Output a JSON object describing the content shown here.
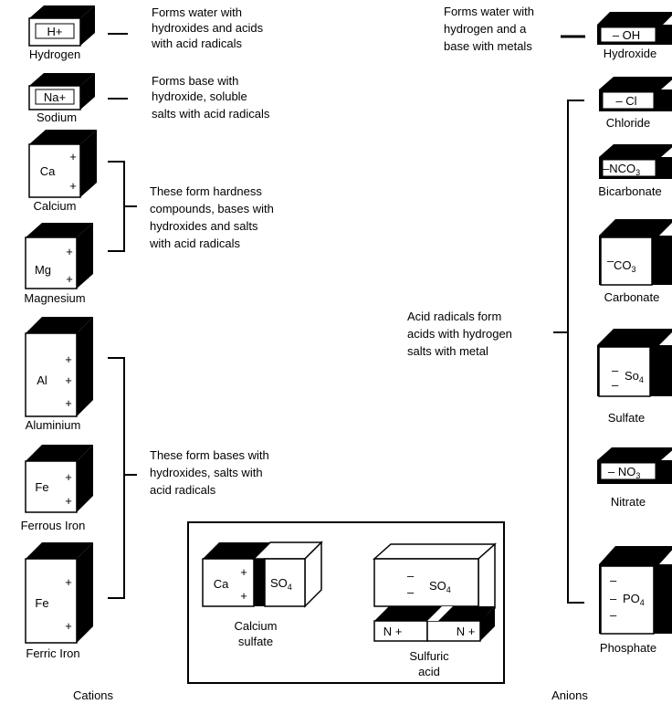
{
  "cations": {
    "hydrogen": {
      "symbol": "H+",
      "name": "Hydrogen",
      "desc": [
        "Forms water with",
        "hydroxides and acids",
        "with acid radicals"
      ]
    },
    "sodium": {
      "symbol": "Na+",
      "name": "Sodium",
      "desc": [
        "Forms base with",
        "hydroxide, soluble",
        "salts with acid radicals"
      ]
    },
    "calcium": {
      "symbol": "Ca",
      "name": "Calcium"
    },
    "magnesium": {
      "symbol": "Mg",
      "name": "Magnesium"
    },
    "hardness_desc": [
      "These form hardness",
      "compounds, bases with",
      "hydroxides and salts",
      "with acid radicals"
    ],
    "aluminium": {
      "symbol": "Al",
      "name": "Aluminium"
    },
    "ferrous": {
      "symbol": "Fe",
      "name": "Ferrous Iron"
    },
    "ferric": {
      "symbol": "Fe",
      "name": "Ferric Iron"
    },
    "bases_desc": [
      "These form bases with",
      "hydroxides, salts with",
      "acid radicals"
    ],
    "plus": "+",
    "footer": "Cations"
  },
  "anions": {
    "hydroxide": {
      "symbol": "– OH",
      "name": "Hydroxide",
      "desc": [
        "Forms  water with",
        "hydrogen and a",
        "base with metals"
      ]
    },
    "chloride": {
      "symbol": "– Cl",
      "name": "Chloride"
    },
    "bicarbonate": {
      "symbol": "–NCO",
      "sub": "3",
      "name": "Bicarbonate"
    },
    "carbonate": {
      "symbol": "CO",
      "sub": "3",
      "name": "Carbonate"
    },
    "sulfate": {
      "symbol": "So",
      "sub": "4",
      "name": "Sulfate"
    },
    "nitrate": {
      "symbol": "– NO",
      "sub": "3",
      "name": "Nitrate"
    },
    "phosphate": {
      "symbol": "PO",
      "sub": "4",
      "name": "Phosphate"
    },
    "acid_desc": [
      "Acid radicals form",
      "acids with hydrogen",
      "salts with metal"
    ],
    "minus": "–",
    "footer": "Anions"
  },
  "examples": {
    "calcium_sulfate": {
      "cation": "Ca",
      "anion": "SO",
      "sub": "4",
      "name": [
        "Calcium",
        "sulfate"
      ]
    },
    "sulfuric_acid": {
      "anion": "SO",
      "sub": "4",
      "cation": "N +",
      "name": [
        "Sulfuric",
        "acid"
      ]
    }
  }
}
